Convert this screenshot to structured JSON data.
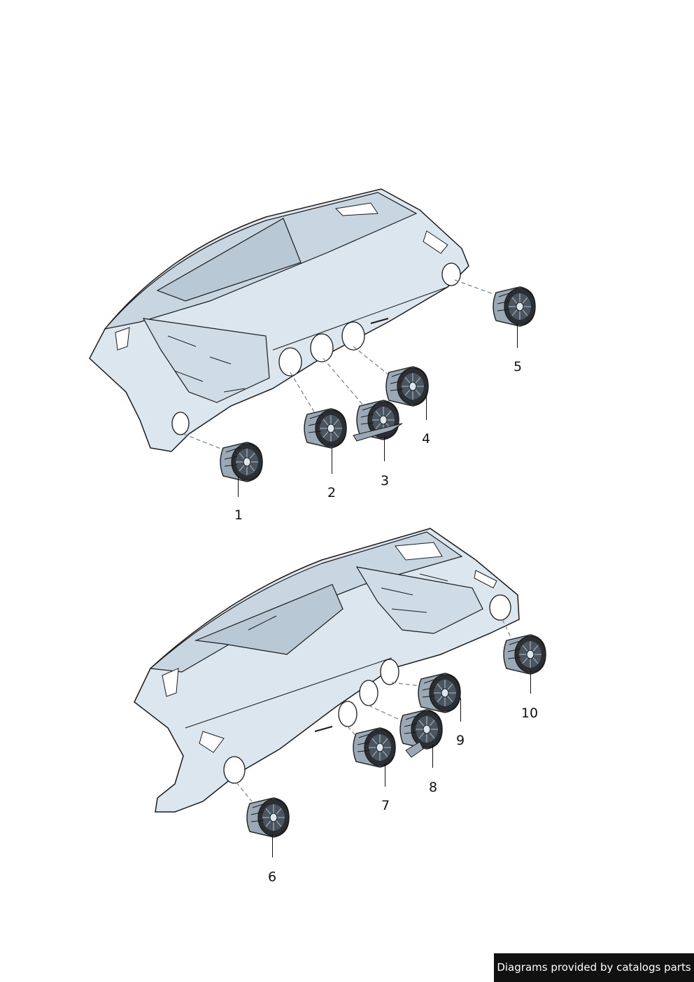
{
  "diagram": {
    "colors": {
      "panel_fill": "#dbe6ee",
      "panel_shade": "#c7d6e1",
      "outline": "#1b1b1b",
      "vent_dark": "#2b2f33",
      "vent_grille": "#4a5560",
      "leader": "#111111"
    },
    "callouts": [
      "1",
      "2",
      "3",
      "4",
      "5",
      "6",
      "7",
      "8",
      "9",
      "10"
    ]
  },
  "footer": {
    "credit": "Diagrams provided by catalogs parts"
  }
}
